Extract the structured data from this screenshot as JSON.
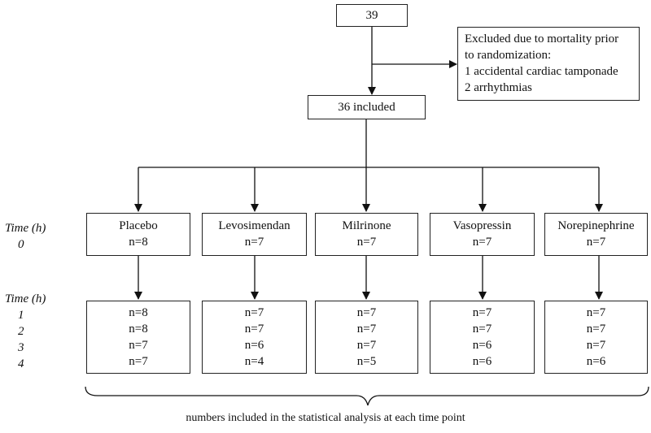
{
  "start": "39",
  "excluded": {
    "lines": [
      "Excluded due to mortality prior",
      "to randomization:",
      "1 accidental cardiac tamponade",
      "2 arrhythmias"
    ]
  },
  "included": "36 included",
  "time_label": "Time (h)",
  "baseline_time": "0",
  "later_times": [
    "1",
    "2",
    "3",
    "4"
  ],
  "groups": [
    {
      "name": "Placebo",
      "n0": "n=8",
      "counts": [
        "n=8",
        "n=8",
        "n=7",
        "n=7"
      ]
    },
    {
      "name": "Levosimendan",
      "n0": "n=7",
      "counts": [
        "n=7",
        "n=7",
        "n=6",
        "n=4"
      ]
    },
    {
      "name": "Milrinone",
      "n0": "n=7",
      "counts": [
        "n=7",
        "n=7",
        "n=7",
        "n=5"
      ]
    },
    {
      "name": "Vasopressin",
      "n0": "n=7",
      "counts": [
        "n=7",
        "n=7",
        "n=6",
        "n=6"
      ]
    },
    {
      "name": "Norepinephrine",
      "n0": "n=7",
      "counts": [
        "n=7",
        "n=7",
        "n=7",
        "n=6"
      ]
    }
  ],
  "footnote": "numbers included in the statistical analysis at each time point"
}
